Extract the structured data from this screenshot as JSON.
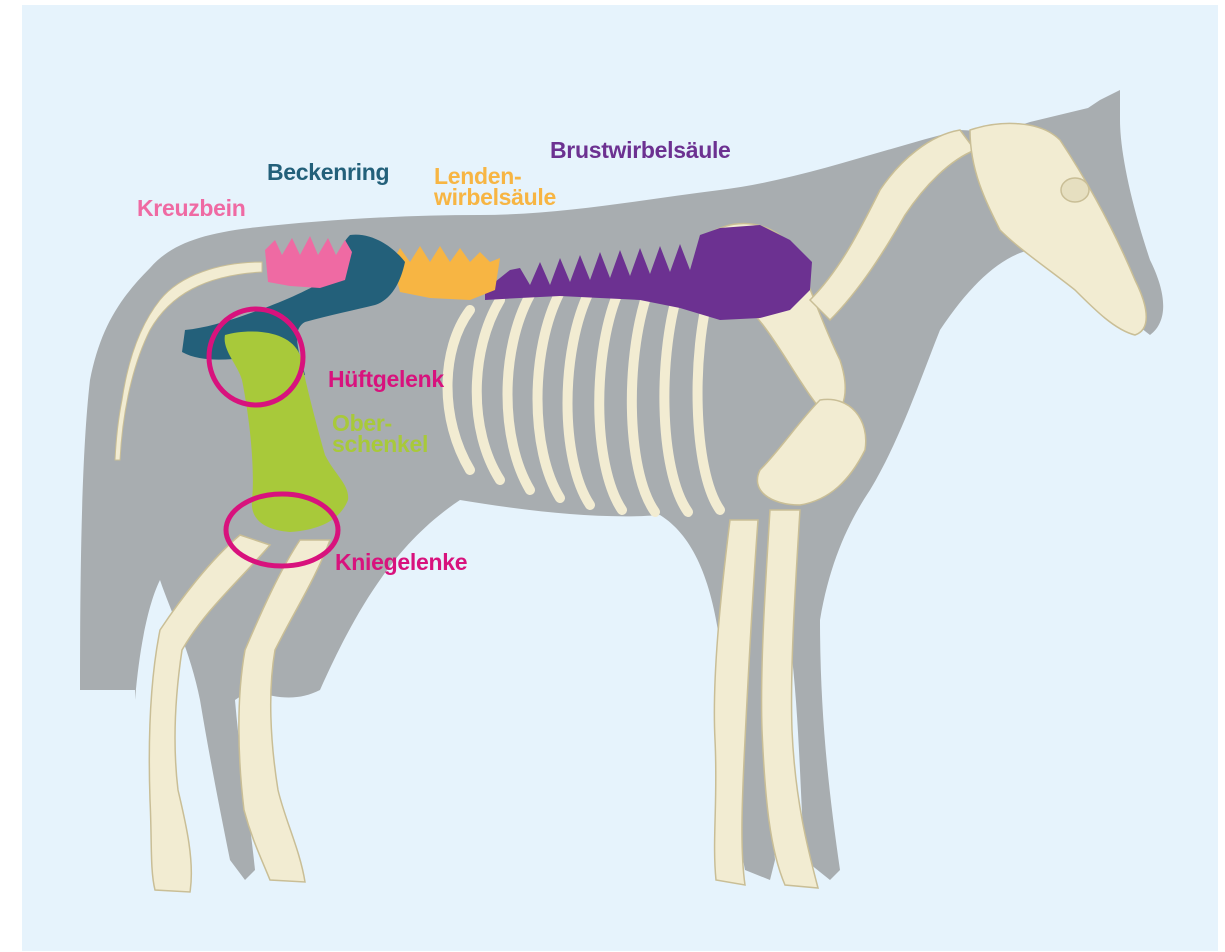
{
  "labels": {
    "kreuzbein": "Kreuzbein",
    "beckenring": "Beckenring",
    "lendenwirbelsaeule_line1": "Lenden-",
    "lendenwirbelsaeule_line2": "wirbelsäule",
    "brustwirbelsaeule": "Brustwirbelsäule",
    "hueftgelenk": "Hüftgelenk",
    "oberschenkel_line1": "Ober-",
    "oberschenkel_line2": "schenkel",
    "kniegelenke": "Kniegelenke"
  },
  "colors": {
    "background": "#e6f3fc",
    "silhouette": "#a8adb0",
    "bone": "#f2ecd2",
    "bone_outline": "#c9be96",
    "kreuzbein": "#ef6aa3",
    "beckenring": "#23607a",
    "lendenwirbelsaeule": "#f7b543",
    "brustwirbelsaeule": "#6c3191",
    "oberschenkel": "#a8c93a",
    "joint_highlight": "#d8127d"
  }
}
